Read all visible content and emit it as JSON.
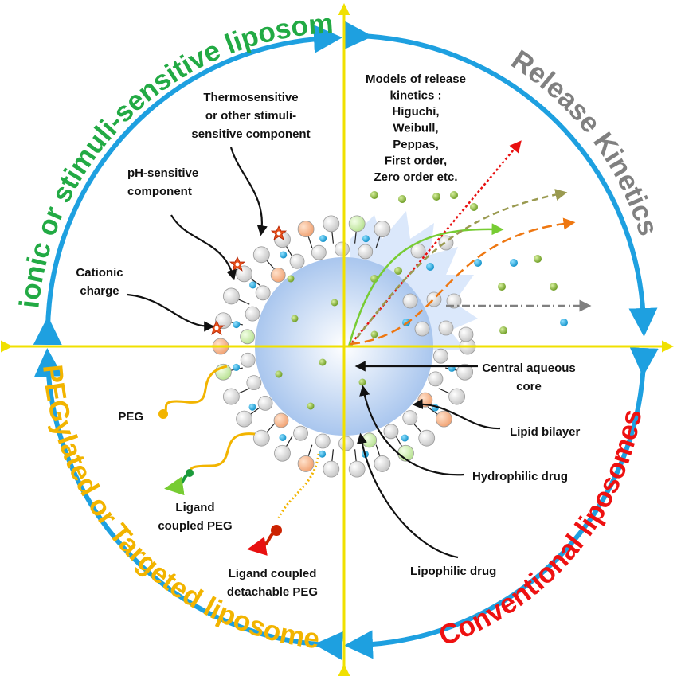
{
  "quadrants": {
    "top_left": {
      "title": "Cationic or stimuli-sensitive liposomes",
      "color": "#22aa44"
    },
    "top_right": {
      "title": "Release Kinetics",
      "color": "#808080"
    },
    "bottom_right": {
      "title": "Conventional liposomes",
      "color": "#ee1111"
    },
    "bottom_left": {
      "title": "PEGylated or Targeted liposomes",
      "color": "#f2b400"
    }
  },
  "labels": {
    "thermo": [
      "Thermosensitive",
      "or other stimuli-",
      "sensitive component"
    ],
    "ph": [
      "pH-sensitive",
      "component"
    ],
    "cationic": [
      "Cationic",
      "charge"
    ],
    "models": [
      "Models of release",
      "kinetics :",
      "Higuchi,",
      "Weibull,",
      "Peppas,",
      "First order,",
      "Zero order etc."
    ],
    "core": [
      "Central aqueous",
      "core"
    ],
    "bilayer": [
      "Lipid bilayer"
    ],
    "hydrophilic": [
      "Hydrophilic drug"
    ],
    "lipophilic": [
      "Lipophilic drug"
    ],
    "peg": [
      "PEG"
    ],
    "ligand_peg": [
      "Ligand",
      "coupled PEG"
    ],
    "detachable": [
      "Ligand coupled",
      "detachable PEG"
    ]
  },
  "colors": {
    "axis": "#f0e000",
    "ring_arrow": "#1ea0e0",
    "head_white": "#ffffff",
    "head_orange": "#f6b891",
    "head_green": "#cdeeb0",
    "blue_dot": "#1aa6d8",
    "green_dot": "#8ab83a",
    "peg": "#f2b400",
    "ligand_green": "#1a9a3a",
    "ligand_red": "#cc2200",
    "curve_red": "#e81010",
    "curve_green": "#77cc33",
    "curve_olive": "#9a9a50",
    "curve_orange": "#ee7711",
    "curve_gray": "#808080"
  }
}
